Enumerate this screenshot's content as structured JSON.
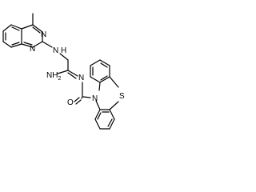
{
  "molecule": {
    "atoms": {
      "n_quin_1": "N",
      "n_quin_3": "N",
      "n_amine": "N",
      "h_amine": "H",
      "nh2": "NH",
      "nh2_sub": "2",
      "n_imine": "N",
      "o_carbonyl": "O",
      "n_pheno": "N",
      "s_pheno": "S"
    },
    "colors": {
      "ink": "#000000",
      "background": "#ffffff"
    }
  }
}
